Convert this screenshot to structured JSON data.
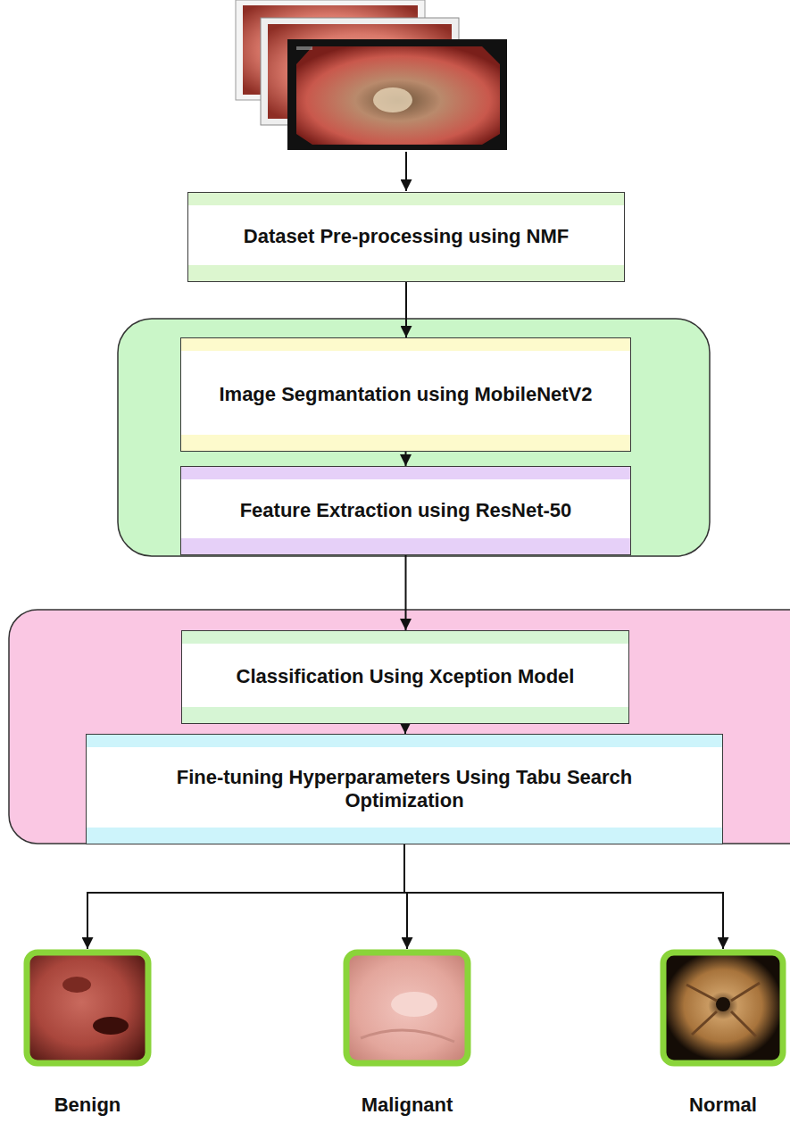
{
  "diagram": {
    "nodes": [
      {
        "text": [
          "Dataset Pre-processing using NMF"
        ]
      },
      {
        "text": [
          "Image Segmantation using MobileNetV2"
        ]
      },
      {
        "text": [
          "Feature Extraction using ResNet-50"
        ]
      },
      {
        "text": [
          "Classification Using Xception Model"
        ]
      },
      {
        "text": [
          "Fine-tuning Hyperparameters Using Tabu Search Optimization"
        ]
      },
      {
        "text": [
          "Benign"
        ]
      },
      {
        "text": [
          "Malignant"
        ]
      },
      {
        "text": [
          "Normal"
        ]
      }
    ],
    "edges": [
      {
        "from": 0,
        "to": 1,
        "arrow": "to"
      },
      {
        "from": 1,
        "to": 2,
        "arrow": "to"
      },
      {
        "from": 2,
        "to": 3,
        "arrow": "to"
      },
      {
        "from": 3,
        "to": 4,
        "arrow": "to"
      },
      {
        "from": 4,
        "to": 5,
        "arrow": "to"
      },
      {
        "from": 4,
        "to": 6,
        "arrow": "to"
      },
      {
        "from": 4,
        "to": 7,
        "arrow": "to"
      }
    ]
  }
}
